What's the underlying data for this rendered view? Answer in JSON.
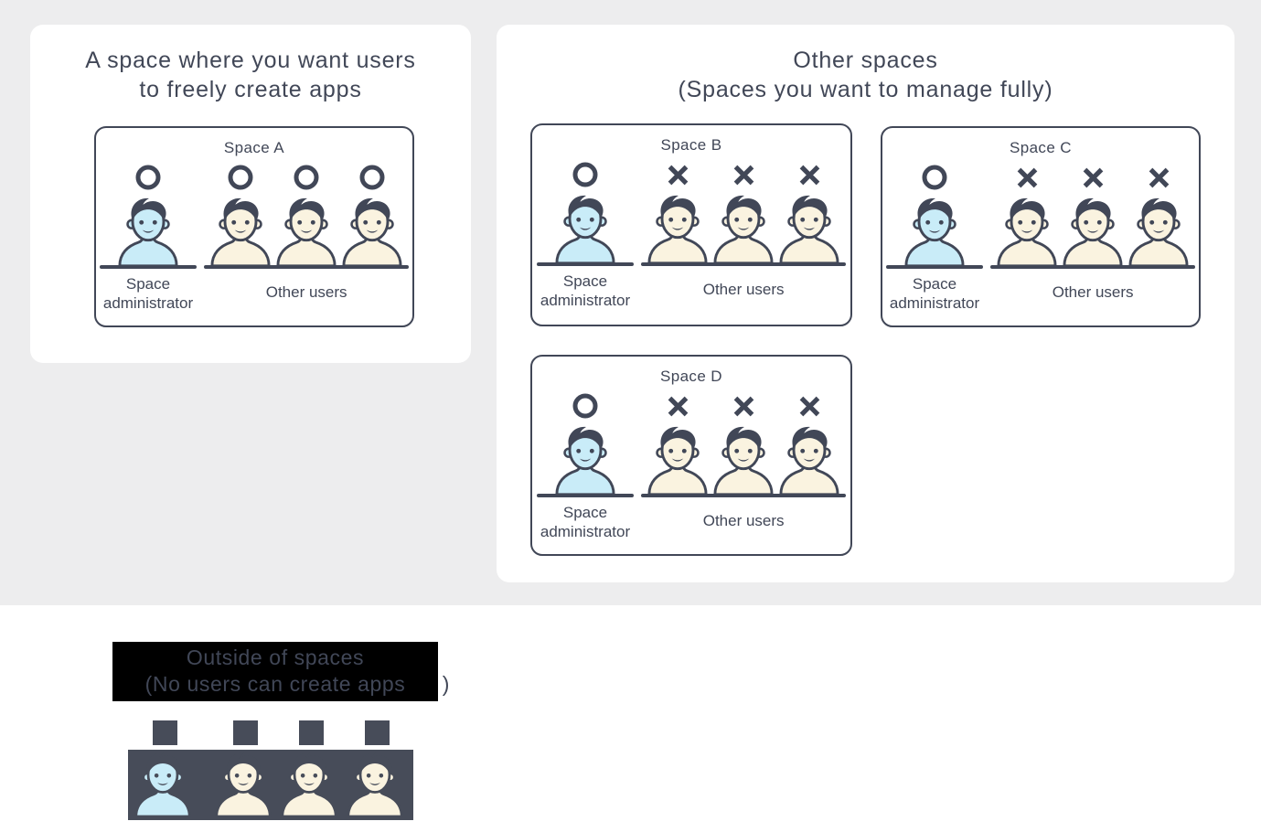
{
  "colors": {
    "background_gray": "#ededee",
    "card_white": "#ffffff",
    "outline_dark": "#414757",
    "admin_blue": "#c9ecf8",
    "user_cream": "#faf3e0",
    "inverted_band_dark": "#474c59",
    "highlight_black": "#000000"
  },
  "free_space_card": {
    "title": [
      "A space where you want users",
      "to freely create apps"
    ]
  },
  "managed_spaces_card": {
    "title": [
      "Other spaces",
      "(Spaces you want to manage fully)"
    ]
  },
  "labels": {
    "admin": [
      "Space",
      "administrator"
    ],
    "others": "Other users"
  },
  "spaces": [
    {
      "name": "Space A",
      "admin_mark": "circle",
      "others_mark": "circle"
    },
    {
      "name": "Space B",
      "admin_mark": "circle",
      "others_mark": "cross"
    },
    {
      "name": "Space C",
      "admin_mark": "circle",
      "others_mark": "cross"
    },
    {
      "name": "Space D",
      "admin_mark": "circle",
      "others_mark": "cross"
    }
  ],
  "outside_section": {
    "title": [
      "Outside of spaces",
      "(No users can create apps"
    ],
    "title_suffix": ")",
    "admin_mark": "square",
    "others_mark": "square"
  }
}
